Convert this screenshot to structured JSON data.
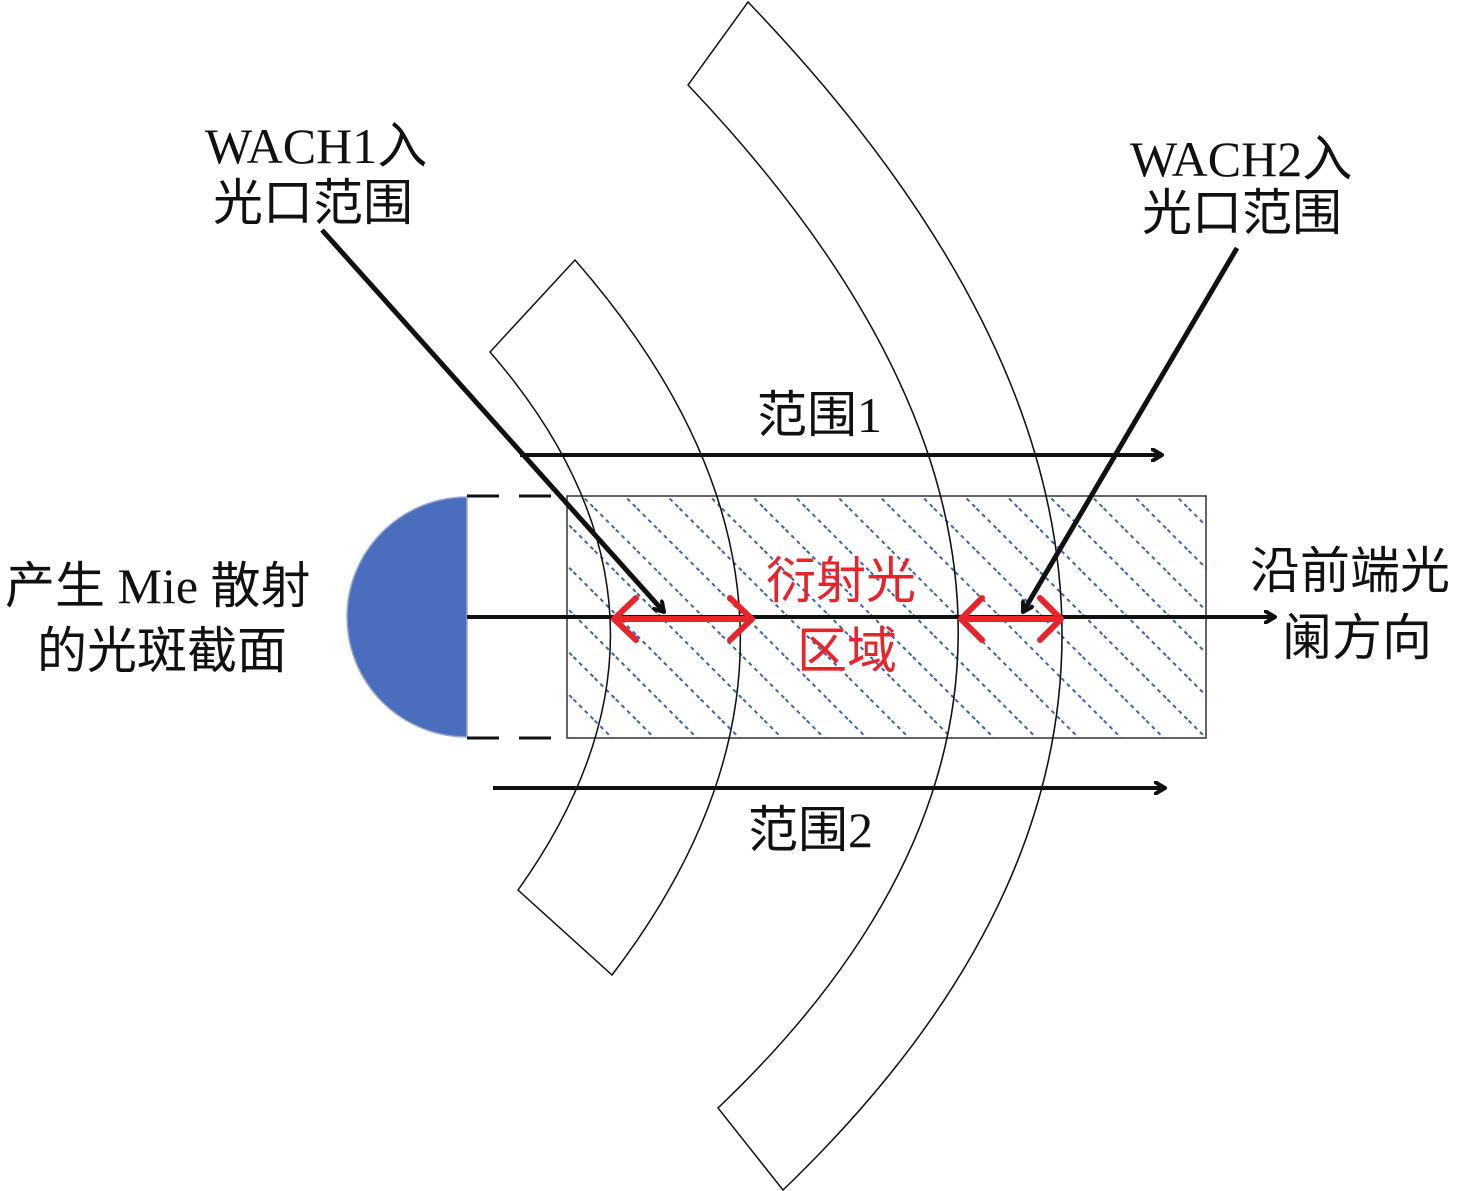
{
  "labels": {
    "wach1_line1": "WACH1入",
    "wach1_line2": "光口范围",
    "wach2_line1": "WACH2入",
    "wach2_line2": "光口范围",
    "range1": "范围1",
    "range2": "范围2",
    "spot_line1": "产生 Mie 散射",
    "spot_line2": "的光斑截面",
    "direction_line1": "沿前端光",
    "direction_line2": "阑方向",
    "diffraction_line1": "衍射光",
    "diffraction_line2": "区域"
  },
  "colors": {
    "spot": "#4a6ebd",
    "hatch": "#3f62b5",
    "diffraction": "#e8242a",
    "line": "#111111"
  }
}
